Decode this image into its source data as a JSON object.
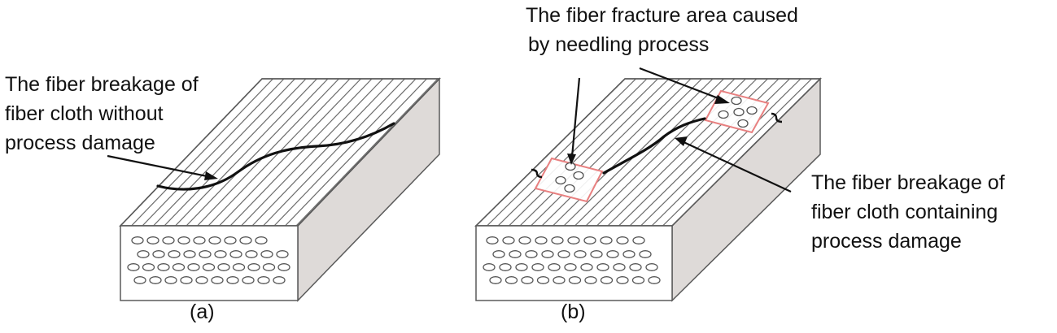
{
  "panel_a": {
    "caption": "(a)",
    "annotation_lines": [
      "The fiber breakage of",
      "fiber cloth without",
      "process damage"
    ]
  },
  "panel_b": {
    "caption": "(b)",
    "top_annotation_lines": [
      "The fiber fracture area caused",
      "by needling process"
    ],
    "right_annotation_lines": [
      "The fiber breakage of",
      "fiber cloth containing",
      "process damage"
    ]
  },
  "colors": {
    "outline": "#5a5a5a",
    "side_face": "#dedad8",
    "fiber_line": "#6b6b6b",
    "breakage_curve": "#111111",
    "damage_zone": "#e88080"
  },
  "icons": [
    "fiber-cloth-block",
    "fiber-breakage-curve",
    "needling-damage-zone",
    "pointer-arrow"
  ]
}
